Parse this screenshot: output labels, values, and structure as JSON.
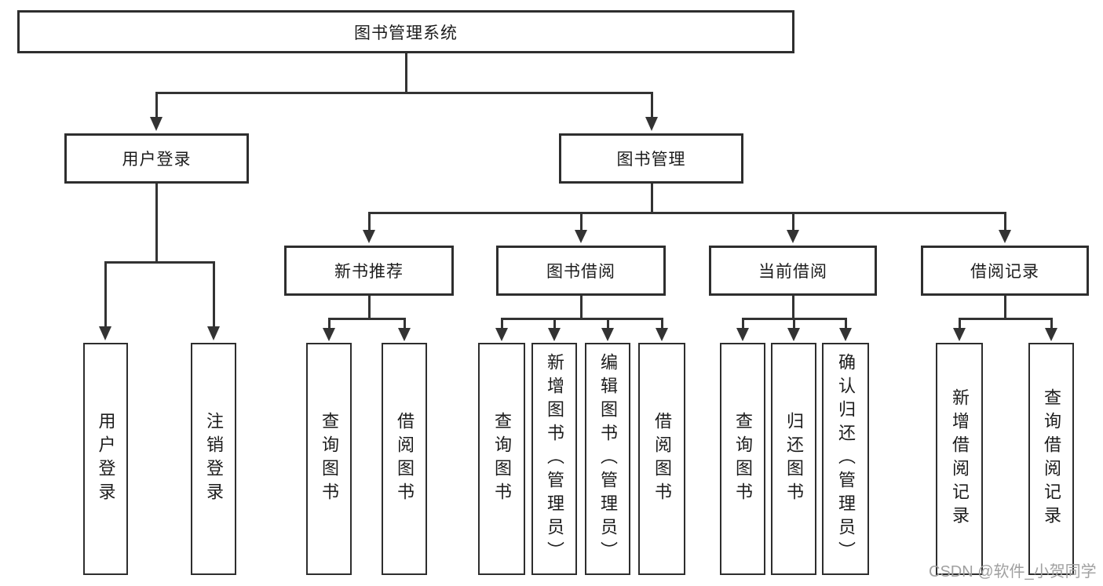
{
  "tree": {
    "root": {
      "label": "图书管理系统",
      "children": [
        {
          "label": "用户登录",
          "children": [
            {
              "label": "用户登录"
            },
            {
              "label": "注销登录"
            }
          ]
        },
        {
          "label": "图书管理",
          "children": [
            {
              "label": "新书推荐",
              "children": [
                {
                  "label": "查询图书"
                },
                {
                  "label": "借阅图书"
                }
              ]
            },
            {
              "label": "图书借阅",
              "children": [
                {
                  "label": "查询图书"
                },
                {
                  "label": "新增图书（管理员）"
                },
                {
                  "label": "编辑图书（管理员）"
                },
                {
                  "label": "借阅图书"
                }
              ]
            },
            {
              "label": "当前借阅",
              "children": [
                {
                  "label": "查询图书"
                },
                {
                  "label": "归还图书"
                },
                {
                  "label": "确认归还（管理员）"
                }
              ]
            },
            {
              "label": "借阅记录",
              "children": [
                {
                  "label": "新增借阅记录"
                },
                {
                  "label": "查询借阅记录"
                }
              ]
            }
          ]
        }
      ]
    }
  },
  "watermark": {
    "text": "CSDN @软件_小贺同学"
  },
  "colors": {
    "line": "#333333",
    "node_border": "#2e2e2e",
    "text": "#1c1c1c",
    "watermark": "#a0a0a0",
    "background": "#ffffff"
  }
}
